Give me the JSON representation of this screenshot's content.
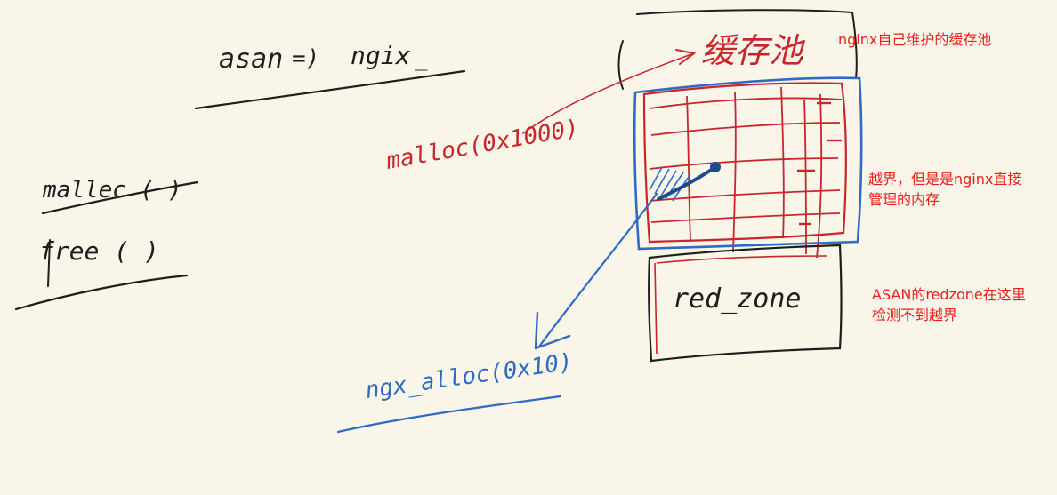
{
  "colors": {
    "background": "#f9f5e9",
    "ink_black": "#1e1e1e",
    "ink_red": "#c8262b",
    "ink_blue": "#2e6cc4",
    "ink_dark_blue": "#1d4a8f",
    "note_red": "#e8201c"
  },
  "board": {
    "title_left": "asan",
    "title_arrow": "=)",
    "title_right": "ngix",
    "title_tail": "_",
    "fn_malloc": "mallec ( )",
    "fn_free": "free ( )",
    "malloc_call": "malloc(0x1000)",
    "pool_label": "缓存池",
    "redzone_label": "red_zone",
    "ngx_alloc_call": "ngx_alloc(0x10)"
  },
  "notes": {
    "pool_note": "nginx自己维护的缓存池",
    "overflow_note_line1": "越界，但是是nginx直接",
    "overflow_note_line2": "管理的内存",
    "redzone_note_line1": "ASAN的redzone在这里",
    "redzone_note_line2": "检测不到越界"
  }
}
